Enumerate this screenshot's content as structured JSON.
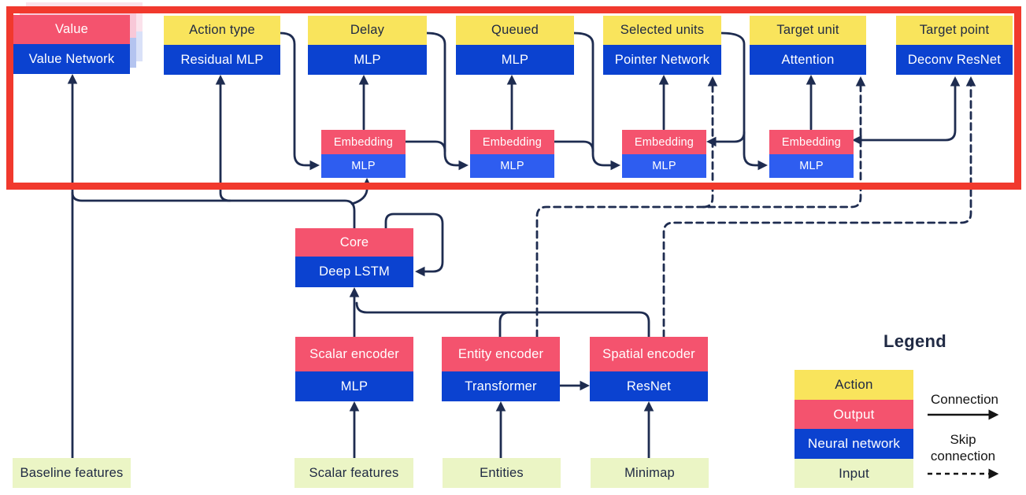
{
  "blocks": {
    "value": {
      "top": "Value",
      "bottom": "Value Network"
    },
    "action_type": {
      "top": "Action type",
      "bottom": "Residual MLP"
    },
    "delay": {
      "top": "Delay",
      "bottom": "MLP"
    },
    "queued": {
      "top": "Queued",
      "bottom": "MLP"
    },
    "selected_units": {
      "top": "Selected units",
      "bottom": "Pointer Network"
    },
    "target_unit": {
      "top": "Target unit",
      "bottom": "Attention"
    },
    "target_point": {
      "top": "Target point",
      "bottom": "Deconv ResNet"
    },
    "embedding1": {
      "top": "Embedding",
      "bottom": "MLP"
    },
    "embedding2": {
      "top": "Embedding",
      "bottom": "MLP"
    },
    "embedding3": {
      "top": "Embedding",
      "bottom": "MLP"
    },
    "embedding4": {
      "top": "Embedding",
      "bottom": "MLP"
    },
    "core": {
      "top": "Core",
      "bottom": "Deep LSTM"
    },
    "scalar_encoder": {
      "top": "Scalar encoder",
      "bottom": "MLP"
    },
    "entity_encoder": {
      "top": "Entity encoder",
      "bottom": "Transformer"
    },
    "spatial_encoder": {
      "top": "Spatial encoder",
      "bottom": "ResNet"
    }
  },
  "inputs": {
    "baseline": "Baseline features",
    "scalar": "Scalar features",
    "entities": "Entities",
    "minimap": "Minimap"
  },
  "legend": {
    "title": "Legend",
    "items": [
      {
        "label": "Action"
      },
      {
        "label": "Output"
      },
      {
        "label": "Neural network"
      },
      {
        "label": "Input"
      }
    ],
    "connection_label": "Connection",
    "skip_connection_label": "Skip connection"
  },
  "colors": {
    "action_yellow": "#F9E45C",
    "output_pink": "#F4536E",
    "network_blue": "#0B42D0",
    "embed_blue": "#2E5DF0",
    "input_green": "#EBF5C5",
    "line_navy": "#1E2C50",
    "frame_red": "#F1392D",
    "legend_arrow_black": "#141414",
    "shadow_pink": "#F8C8D8",
    "shadow_pink_light": "#FBE2EB",
    "shadow_blue": "#B4C4F0",
    "shadow_blue_light": "#D9E1F8",
    "text_navy": "#202A44"
  }
}
